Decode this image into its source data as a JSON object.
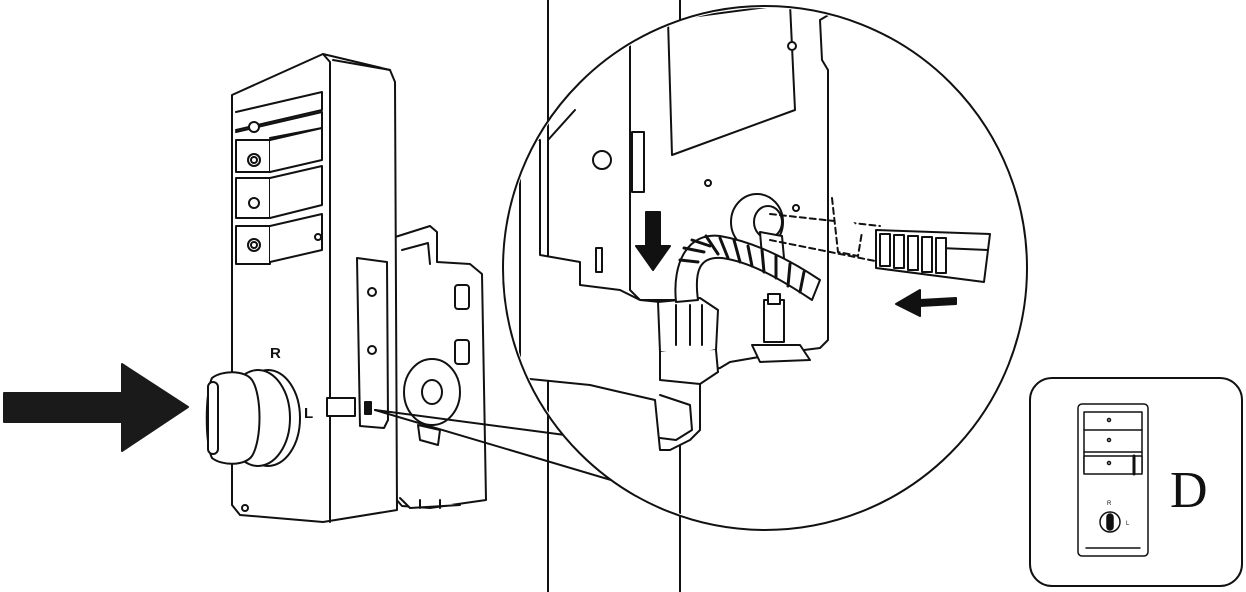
{
  "labels": {
    "knob_right": "R",
    "knob_left": "L",
    "panel_letter": "D",
    "thumb_right": "R",
    "thumb_left": "L"
  },
  "colors": {
    "line": "#111111",
    "fill": "#ffffff",
    "arrow": "#1a1a1a"
  }
}
